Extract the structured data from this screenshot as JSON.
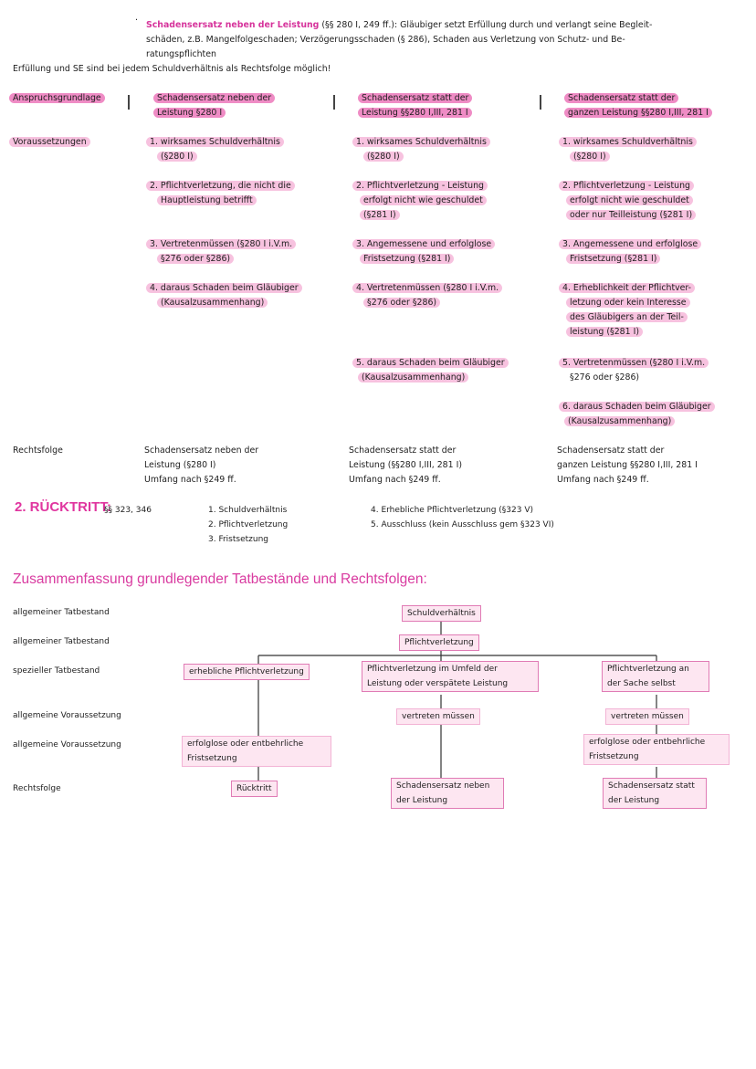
{
  "intro": {
    "bullet": "·",
    "lead": "Schadensersatz neben der Leistung",
    "lead_ref": "(§§ 280 I, 249 ff.)",
    "text1": ": Gläubiger setzt Erfüllung durch und verlangt seine Begleit-",
    "text2": "schäden, z.B. Mangelfolgeschaden; Verzögerungsschaden (§ 286), Schaden aus Verletzung von Schutz- und Be-",
    "text3": "ratungspflichten",
    "note": "Erfüllung und SE sind bei jedem Schuldverhältnis als Rechtsfolge möglich!"
  },
  "table": {
    "row_labels": {
      "basis": "Anspruchsgrundlage",
      "requirements": "Voraussetzungen",
      "consequence": "Rechtsfolge"
    },
    "columns": [
      {
        "header": [
          "Schadensersatz neben der",
          "Leistung §280 I"
        ],
        "items": [
          [
            "1. wirksames Schuldverhältnis",
            "(§280 I)"
          ],
          [
            "2. Pflichtverletzung, die nicht die",
            "Hauptleistung betrifft"
          ],
          [
            "3. Vertretenmüssen (§280 I i.V.m.",
            "§276 oder §286)"
          ],
          [
            "4. daraus Schaden beim Gläubiger",
            "(Kausalzusammenhang)"
          ]
        ],
        "consequence": [
          "Schadensersatz neben der",
          "Leistung (§280 I)",
          "Umfang nach §249 ff."
        ]
      },
      {
        "header": [
          "Schadensersatz statt der",
          "Leistung §§280 I,III, 281 I"
        ],
        "items": [
          [
            "1. wirksames Schuldverhältnis",
            "(§280 I)"
          ],
          [
            "2. Pflichtverletzung - Leistung",
            "erfolgt nicht wie geschuldet",
            "(§281 I)"
          ],
          [
            "3. Angemessene und erfolglose",
            "Fristsetzung (§281 I)"
          ],
          [
            "4. Vertretenmüssen (§280 I i.V.m.",
            "§276 oder §286)"
          ],
          [
            "5. daraus Schaden beim Gläubiger",
            "(Kausalzusammenhang)"
          ]
        ],
        "consequence": [
          "Schadensersatz statt der",
          "Leistung (§§280 I,III, 281 I)",
          "Umfang nach §249 ff."
        ]
      },
      {
        "header": [
          "Schadensersatz statt der",
          "ganzen Leistung §§280 I,III, 281 I"
        ],
        "items": [
          [
            "1. wirksames Schuldverhältnis",
            "(§280 I)"
          ],
          [
            "2. Pflichtverletzung - Leistung",
            "erfolgt nicht wie geschuldet",
            "oder nur Teilleistung (§281 I)"
          ],
          [
            "3. Angemessene und erfolglose",
            "Fristsetzung (§281 I)"
          ],
          [
            "4. Erheblichkeit der Pflichtver-",
            "letzung oder kein Interesse",
            "des Gläubigers an der Teil-",
            "leistung (§281 I)"
          ],
          [
            "5. Vertretenmüssen (§280 I i.V.m.",
            "§276 oder §286)"
          ],
          [
            "6. daraus Schaden beim Gläubiger",
            "(Kausalzusammenhang)"
          ]
        ],
        "consequence": [
          "Schadensersatz statt der",
          "ganzen Leistung §§280 I,III, 281 I",
          "Umfang nach §249 ff."
        ]
      }
    ]
  },
  "ruecktritt": {
    "title": "2. RÜCKTRITT:",
    "refs": "§§ 323, 346",
    "items_left": [
      "1. Schuldverhältnis",
      "2. Pflichtverletzung",
      "3. Fristsetzung"
    ],
    "items_right": [
      "4. Erhebliche Pflichtverletzung (§323 V)",
      "5. Ausschluss (kein Ausschluss gem §323 VI)"
    ]
  },
  "summary": {
    "title": "Zusammenfassung grundlegender Tatbestände und Rechtsfolgen:",
    "row_labels": [
      "allgemeiner Tatbestand",
      "allgemeiner Tatbestand",
      "spezieller Tatbestand",
      "allgemeine Voraussetzung",
      "allgemeine Voraussetzung",
      "Rechtsfolge"
    ],
    "nodes": {
      "root": "Schuldverhältnis",
      "pv": "Pflichtverletzung",
      "b1": "erhebliche Pflichtverletzung",
      "b2": [
        "Pflichtverletzung im Umfeld der",
        "Leistung oder verspätete Leistung"
      ],
      "b3": [
        "Pflichtverletzung an",
        "der Sache selbst"
      ],
      "v2": "vertreten müssen",
      "v3": "vertreten müssen",
      "f1": [
        "erfolglose oder entbehrliche",
        "Fristsetzung"
      ],
      "f3": [
        "erfolglose oder entbehrliche",
        "Fristsetzung"
      ],
      "r1": "Rücktritt",
      "r2": [
        "Schadensersatz neben",
        "der Leistung"
      ],
      "r3": [
        "Schadensersatz statt",
        "der Leistung"
      ]
    }
  }
}
